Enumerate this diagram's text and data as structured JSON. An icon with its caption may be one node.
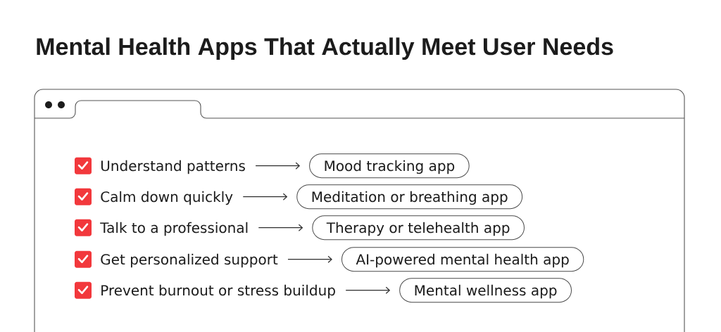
{
  "diagram": {
    "title": "Mental Health Apps That Actually Meet User Needs",
    "nodes": [
      {
        "text": [
          "Understand patterns"
        ]
      },
      {
        "text": [
          "Mood tracking app"
        ]
      },
      {
        "text": [
          "Calm down quickly"
        ]
      },
      {
        "text": [
          "Meditation or breathing app"
        ]
      },
      {
        "text": [
          "Talk to a professional"
        ]
      },
      {
        "text": [
          "Therapy or telehealth app"
        ]
      },
      {
        "text": [
          "Get personalized support"
        ]
      },
      {
        "text": [
          "AI-powered mental health app"
        ]
      },
      {
        "text": [
          "Prevent burnout or stress buildup"
        ]
      },
      {
        "text": [
          "Mental wellness app"
        ]
      }
    ],
    "edges": [
      {
        "from": 0,
        "to": 1,
        "arrow": "to"
      },
      {
        "from": 2,
        "to": 3,
        "arrow": "to"
      },
      {
        "from": 4,
        "to": 5,
        "arrow": "to"
      },
      {
        "from": 6,
        "to": 7,
        "arrow": "to"
      },
      {
        "from": 8,
        "to": 9,
        "arrow": "to"
      }
    ]
  }
}
